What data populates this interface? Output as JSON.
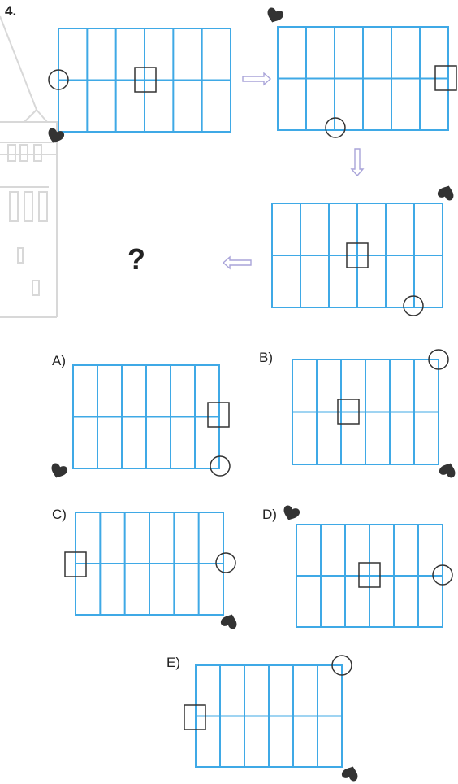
{
  "question_number": "4.",
  "unknown_marker": "?",
  "options": [
    {
      "letter": "A)"
    },
    {
      "letter": "B)"
    },
    {
      "letter": "C)"
    },
    {
      "letter": "D)"
    },
    {
      "letter": "E)"
    }
  ],
  "colors": {
    "grid_line": "#3fa9e6",
    "arrow": "#a9a4d9",
    "marker": "#333333",
    "background_sketch": "#d8d8d8"
  },
  "grid": {
    "columns": 6,
    "rows": 2
  },
  "icons": {
    "corner_marker": "heart-icon",
    "circle_marker": "circle-icon",
    "square_marker": "square-icon"
  }
}
